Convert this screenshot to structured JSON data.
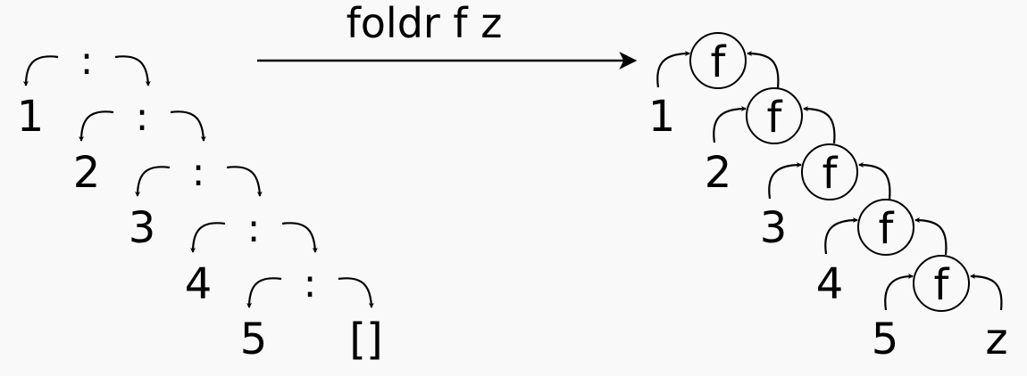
{
  "title": "foldr f z",
  "left_tree": {
    "cons_symbol": ":",
    "elements": [
      "1",
      "2",
      "3",
      "4",
      "5"
    ],
    "nil": "[]"
  },
  "right_tree": {
    "function_symbol": "f",
    "elements": [
      "1",
      "2",
      "3",
      "4",
      "5"
    ],
    "initial": "z"
  }
}
